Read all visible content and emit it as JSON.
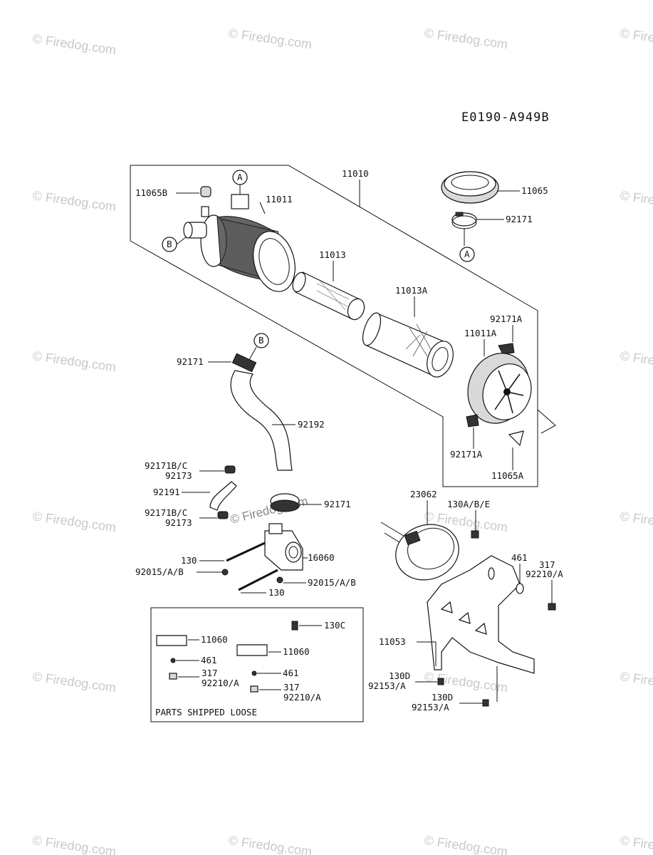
{
  "diagram_code": "E0190-A949B",
  "watermark_text": "© Firedog.com",
  "loose_parts_caption": "PARTS SHIPPED LOOSE",
  "callouts": {
    "A": "A",
    "B": "B"
  },
  "labels": {
    "p11010": "11010",
    "p11065": "11065",
    "p92171_top": "92171",
    "p11065b": "11065B",
    "p11011": "11011",
    "p11013": "11013",
    "p11013a": "11013A",
    "p92171a_top": "92171A",
    "p11011a": "11011A",
    "p92171a_bottom": "92171A",
    "p11065a": "11065A",
    "p92171_left": "92171",
    "p92192": "92192",
    "p92171bc_1": "92171B/C",
    "p92173_1": "92173",
    "p92191": "92191",
    "p92171bc_2": "92171B/C",
    "p92173_2": "92173",
    "p92171_mid": "92171",
    "p130_1": "130",
    "p16060": "16060",
    "p92015ab_1": "92015/A/B",
    "p92015ab_2": "92015/A/B",
    "p130_2": "130",
    "p23062": "23062",
    "p130abe": "130A/B/E",
    "p461_r": "461",
    "p317_r": "317",
    "p92210a_r": "92210/A",
    "p11053": "11053",
    "p130d_1": "130D",
    "p92153a_1": "92153/A",
    "p130d_2": "130D",
    "p92153a_2": "92153/A",
    "p130c": "130C",
    "p11060_1": "11060",
    "p11060_2": "11060",
    "p461_1": "461",
    "p461_2": "461",
    "p317_1": "317",
    "p92210a_1": "92210/A",
    "p317_2": "317",
    "p92210a_2": "92210/A"
  }
}
